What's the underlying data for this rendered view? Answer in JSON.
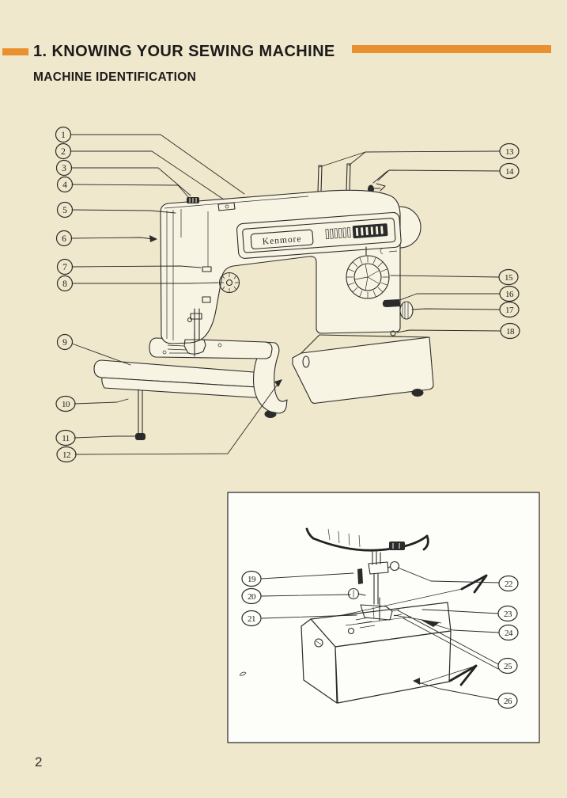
{
  "colors": {
    "paper": "#f0e8cc",
    "accent_orange": "#e8912e",
    "ink": "#2b2b2b",
    "inset_paper": "#fdfdfa",
    "machine_fill": "#f8f4e3"
  },
  "header": {
    "section_number": "1.",
    "title": "KNOWING YOUR SEWING MACHINE",
    "subtitle": "MACHINE IDENTIFICATION"
  },
  "figure": {
    "brand_label": "Kenmore"
  },
  "callouts": {
    "main": [
      "1",
      "2",
      "3",
      "4",
      "5",
      "6",
      "7",
      "8",
      "9",
      "10",
      "11",
      "12",
      "13",
      "14",
      "15",
      "16",
      "17",
      "18"
    ],
    "inset": [
      "19",
      "20",
      "21",
      "22",
      "23",
      "24",
      "25",
      "26"
    ]
  },
  "page_number": "2"
}
